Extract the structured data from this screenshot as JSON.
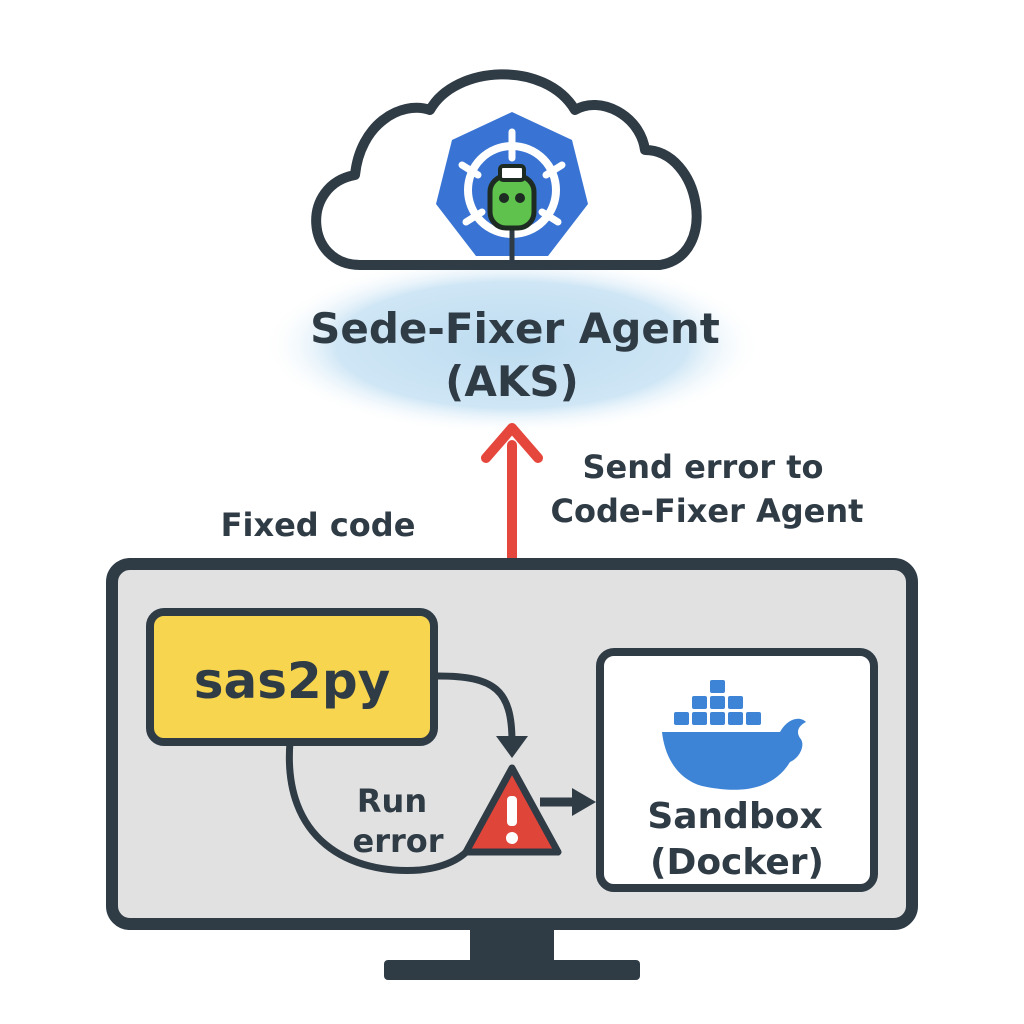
{
  "cloud": {
    "title_line1": "Sede-Fixer Agent",
    "title_line2": "(AKS)",
    "logo_icon": "kubernetes-helm-agent-icon"
  },
  "arrow_up": {
    "label_line1": "Send error to",
    "label_line2": "Code-Fixer Agent"
  },
  "fixed_code_label": "Fixed code",
  "sas2py": {
    "label": "sas2py"
  },
  "run_error": {
    "line1": "Run",
    "line2": "error"
  },
  "warning_icon": "warning-triangle-icon",
  "sandbox": {
    "line1": "Sandbox",
    "line2": "(Docker)",
    "icon": "docker-whale-icon"
  },
  "colors": {
    "outline": "#2f3b45",
    "monitor_fill": "#e1e1e1",
    "sas2py_fill": "#f8d54f",
    "warning_red": "#e0453a",
    "arrow_red": "#e5473d",
    "k8s_blue": "#3974d4",
    "docker_blue": "#3d84d6",
    "glow_blue": "#bddcf0",
    "agent_green": "#5fc24c"
  }
}
